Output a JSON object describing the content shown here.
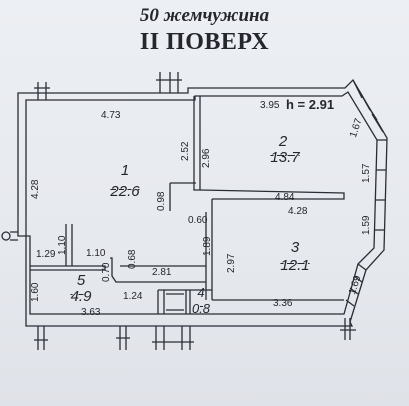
{
  "header": {
    "building": "50 жемчужина",
    "floor": "II ПОВЕРХ"
  },
  "ceiling_height": "h = 2.91",
  "rooms": [
    {
      "number": "1",
      "area": "22.6"
    },
    {
      "number": "2",
      "area": "13.7"
    },
    {
      "number": "3",
      "area": "12.1"
    },
    {
      "number": "4",
      "area": "0.8"
    },
    {
      "number": "5",
      "area": "4.9"
    }
  ],
  "dimensions": {
    "d473": "4.73",
    "d395": "3.95",
    "d167": "1.67",
    "d252": "2.52",
    "d296": "2.96",
    "d157": "1.57",
    "d428_left": "4.28",
    "d098": "0.98",
    "d484": "4.84",
    "d428_mid": "4.28",
    "d060": "0.60",
    "d159": "1.59",
    "d110_v": "1.10",
    "d189": "1.89",
    "d297": "2.97",
    "d129": "1.29",
    "d110_h": "1.10",
    "d068": "0.68",
    "d070": "0.70",
    "d281": "2.81",
    "d169": "1.69",
    "d160": "1.60",
    "d124": "1.24",
    "d363": "3.63",
    "d336": "3.36"
  },
  "colors": {
    "line": "#2b2d36",
    "background": "#e9ecf1"
  }
}
